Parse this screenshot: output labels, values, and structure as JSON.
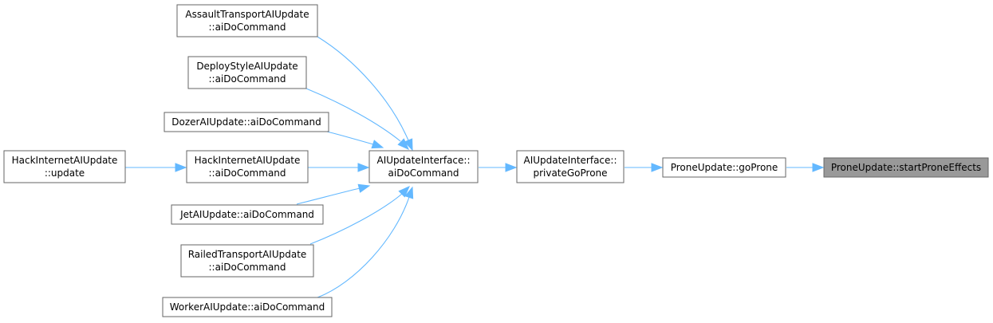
{
  "diagram": {
    "nodes": [
      {
        "id": "assault",
        "lines": [
          "AssaultTransportAIUpdate",
          "::aiDoCommand"
        ]
      },
      {
        "id": "deploy",
        "lines": [
          "DeployStyleAIUpdate",
          "::aiDoCommand"
        ]
      },
      {
        "id": "dozer",
        "lines": [
          "DozerAIUpdate::aiDoCommand"
        ]
      },
      {
        "id": "hack-cmd",
        "lines": [
          "HackInternetAIUpdate",
          "::aiDoCommand"
        ]
      },
      {
        "id": "hack-update",
        "lines": [
          "HackInternetAIUpdate",
          "::update"
        ]
      },
      {
        "id": "jet",
        "lines": [
          "JetAIUpdate::aiDoCommand"
        ]
      },
      {
        "id": "railed",
        "lines": [
          "RailedTransportAIUpdate",
          "::aiDoCommand"
        ]
      },
      {
        "id": "worker",
        "lines": [
          "WorkerAIUpdate::aiDoCommand"
        ]
      },
      {
        "id": "iface-cmd",
        "lines": [
          "AIUpdateInterface::",
          "aiDoCommand"
        ]
      },
      {
        "id": "iface-prone",
        "lines": [
          "AIUpdateInterface::",
          "privateGoProne"
        ]
      },
      {
        "id": "goprone",
        "lines": [
          "ProneUpdate::goProne"
        ]
      },
      {
        "id": "start",
        "lines": [
          "ProneUpdate::startProneEffects"
        ],
        "current": true
      }
    ],
    "edges": [
      {
        "from": "goprone",
        "to": "start"
      },
      {
        "from": "iface-prone",
        "to": "goprone"
      },
      {
        "from": "iface-cmd",
        "to": "iface-prone"
      },
      {
        "from": "assault",
        "to": "iface-cmd"
      },
      {
        "from": "deploy",
        "to": "iface-cmd"
      },
      {
        "from": "dozer",
        "to": "iface-cmd"
      },
      {
        "from": "hack-cmd",
        "to": "iface-cmd"
      },
      {
        "from": "jet",
        "to": "iface-cmd"
      },
      {
        "from": "railed",
        "to": "iface-cmd"
      },
      {
        "from": "worker",
        "to": "iface-cmd"
      },
      {
        "from": "hack-update",
        "to": "hack-cmd"
      }
    ],
    "colors": {
      "edge": "#63b8ff",
      "node_border": "#666666",
      "current_fill": "#999999"
    }
  }
}
